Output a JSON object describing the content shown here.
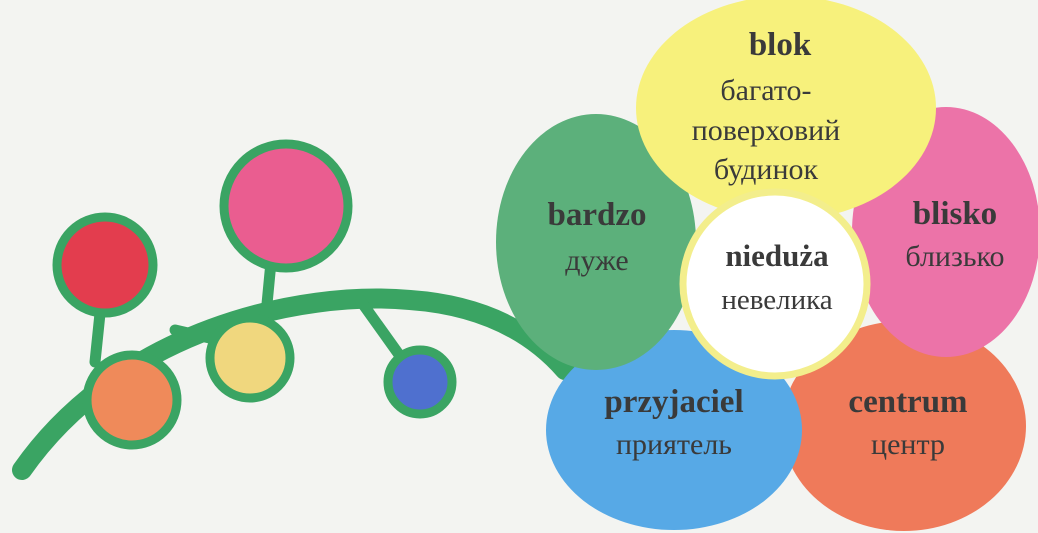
{
  "center": {
    "polish": "nieduża",
    "ukrainian": "невелика"
  },
  "petals": [
    {
      "id": "top",
      "polish": "blok",
      "ukrainian": [
        "багато-",
        "поверховий",
        "будинок"
      ],
      "color": "#f7f17c"
    },
    {
      "id": "right",
      "polish": "blisko",
      "ukrainian": [
        "близько"
      ],
      "color": "#ec73a8"
    },
    {
      "id": "bottom-right",
      "polish": "centrum",
      "ukrainian": [
        "центр"
      ],
      "color": "#ef7a5a"
    },
    {
      "id": "bottom-left",
      "polish": "przyjaciel",
      "ukrainian": [
        "приятель"
      ],
      "color": "#57a9e6"
    },
    {
      "id": "left",
      "polish": "bardzo",
      "ukrainian": [
        "дуже"
      ],
      "color": "#5cb07b"
    }
  ],
  "branch": {
    "color": "#3aa463",
    "berries": [
      {
        "id": "red",
        "color": "#e33d4e"
      },
      {
        "id": "pink",
        "color": "#ea5d90"
      },
      {
        "id": "orange",
        "color": "#ef8a5a"
      },
      {
        "id": "yellow",
        "color": "#f0d77e"
      },
      {
        "id": "blue",
        "color": "#4f70cf"
      }
    ]
  }
}
